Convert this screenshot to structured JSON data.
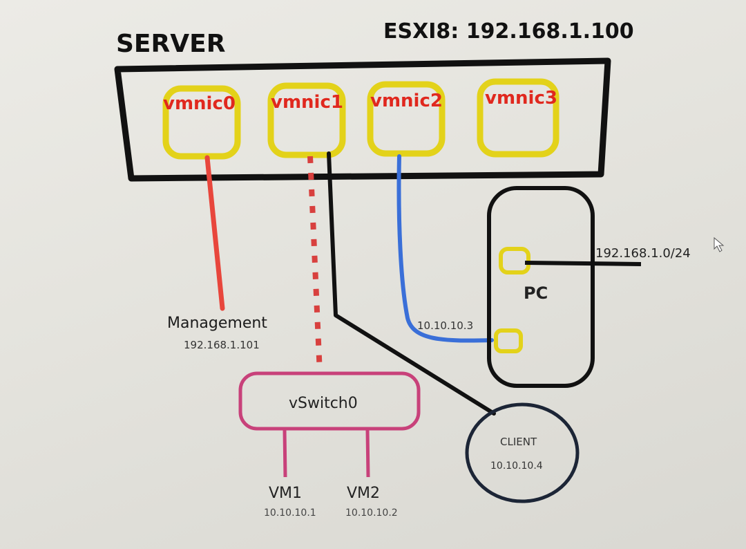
{
  "server": {
    "title": "SERVER",
    "host_label": "ESXI8: 192.168.1.100",
    "nics": [
      {
        "name": "vmnic0"
      },
      {
        "name": "vmnic1"
      },
      {
        "name": "vmnic2"
      },
      {
        "name": "vmnic3"
      }
    ]
  },
  "management": {
    "label": "Management",
    "ip": "192.168.1.101"
  },
  "vswitch": {
    "label": "vSwitch0"
  },
  "vms": [
    {
      "name": "VM1",
      "ip": "10.10.10.1"
    },
    {
      "name": "VM2",
      "ip": "10.10.10.2"
    }
  ],
  "pc": {
    "label": "PC",
    "lan_subnet": "192.168.1.0/24",
    "port_ip": "10.10.10.3"
  },
  "client": {
    "label": "CLIENT",
    "ip": "10.10.10.4"
  },
  "colors": {
    "server_border": "#111111",
    "nic_border": "#e3d21a",
    "nic_text": "#e0281e",
    "management_link": "#e8463c",
    "vswitch": "#c8417a",
    "pc_link": "#3a6fd8",
    "dark_link": "#111111",
    "client": "#1c2536"
  }
}
